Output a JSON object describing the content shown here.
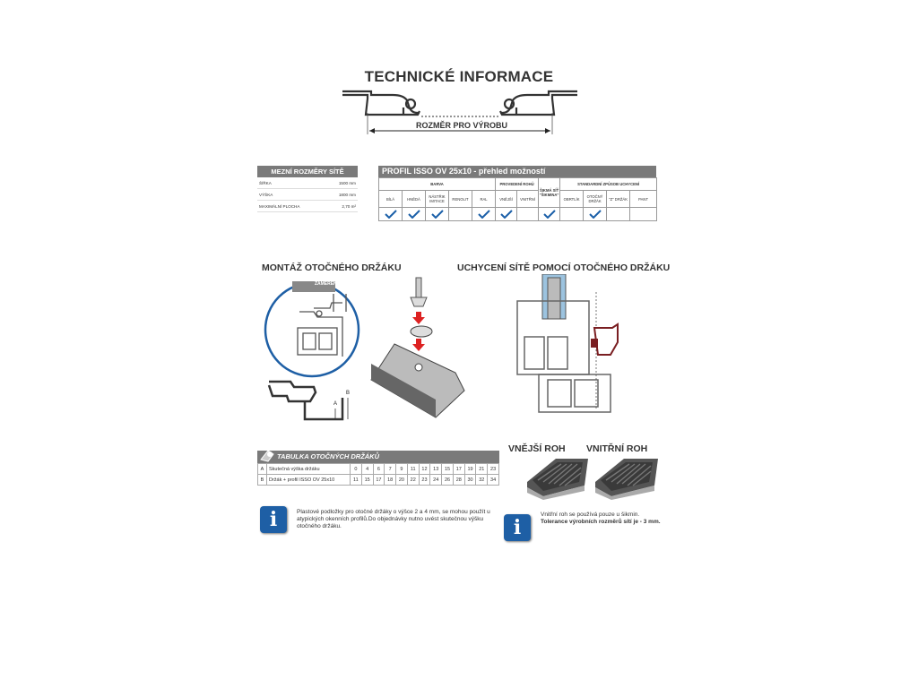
{
  "title": "TECHNICKÉ INFORMACE",
  "dimension_label": "ROZMĚR PRO VÝROBU",
  "mezni": {
    "heading": "MEZNÍ ROZMĚRY SÍTĚ",
    "rows": [
      {
        "label": "ŠÍŘKA",
        "value": "1500 mm"
      },
      {
        "label": "VÝŠKA",
        "value": "1800 mm"
      },
      {
        "label": "MAXIMÁLNÍ PLOCHA",
        "value": "2,70 m²"
      }
    ]
  },
  "profil": {
    "heading": "PROFIL ISSO OV 25x10 - přehled možností",
    "groups": [
      "BARVA",
      "PROVEDENÍ ROHŮ",
      "ŠIKMÁ SÍŤ",
      "STANDARDNÍ ZPŮSOB UCHYCENÍ"
    ],
    "options": [
      "BÍLÁ",
      "HNĚDÁ",
      "NÁSTŘIK IMITACE",
      "RENOLIT",
      "RAL",
      "VNĚJŠÍ",
      "VNITŘNÍ",
      "\"ŠIKMINA\"",
      "OBRTLÍK",
      "OTOČNÝ DRŽÁK",
      "\"Z\" DRŽÁK",
      "PANT"
    ],
    "checked": [
      true,
      true,
      true,
      false,
      true,
      true,
      false,
      true,
      false,
      true,
      false,
      false
    ],
    "check_color": "#1a5fa8"
  },
  "montaz_heading": "MONTÁŽ OTOČNÉHO DRŽÁKU",
  "zamereni_label": "ZAMĚŘENÍ",
  "dim_b": "B",
  "dim_a": "A",
  "uchyceni_heading": "UCHYCENÍ SÍTĚ POMOCÍ OTOČNÉHO DRŽÁKU",
  "vnejsi_roh": "VNĚJŠÍ ROH",
  "vnitrni_roh": "VNITŘNÍ ROH",
  "drzaky": {
    "heading": "TABULKA OTOČNÝCH DRŽÁKŮ",
    "rows": [
      {
        "key": "A",
        "label": "Skutečná výška držáku",
        "values": [
          "0",
          "4",
          "6",
          "7",
          "9",
          "11",
          "12",
          "13",
          "15",
          "17",
          "19",
          "21",
          "23"
        ]
      },
      {
        "key": "B",
        "label": "Držák + profil ISSO OV 25x10",
        "values": [
          "11",
          "15",
          "17",
          "18",
          "20",
          "22",
          "23",
          "24",
          "26",
          "28",
          "30",
          "32",
          "34"
        ]
      }
    ]
  },
  "note_left": "Plastové podložky pro otočné držáky o výšce 2 a 4 mm, se mohou použít u atypických okenních profilů.Do objednávky nutno uvést skutečnou výšku otočného držáku.",
  "note_right_1": "Vnitřní roh se používá pouze u šikmin.",
  "note_right_2": "Tolerance výrobních rozměrů sítí je - 3 mm.",
  "info_glyph": "i",
  "accent_blue": "#1e5fa5",
  "header_grey": "#7a7a7a"
}
